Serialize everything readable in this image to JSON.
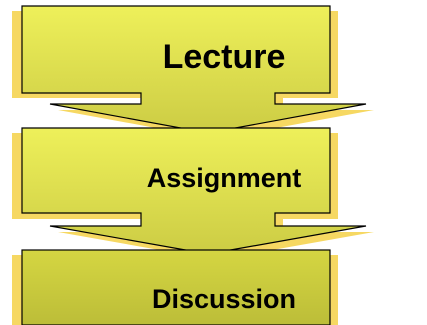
{
  "stages": [
    {
      "label": "Lecture"
    },
    {
      "label": "Assignment"
    },
    {
      "label": "Discussion"
    }
  ],
  "colors": {
    "box_fill_top": "#eef05a",
    "box_fill_bottom": "#cccc44",
    "last_box_fill_top": "#d5d642",
    "last_box_fill_bottom": "#bcbd38",
    "shadow": "#f6d862",
    "stroke": "#000000",
    "text": "#000000",
    "background": "#ffffff"
  }
}
